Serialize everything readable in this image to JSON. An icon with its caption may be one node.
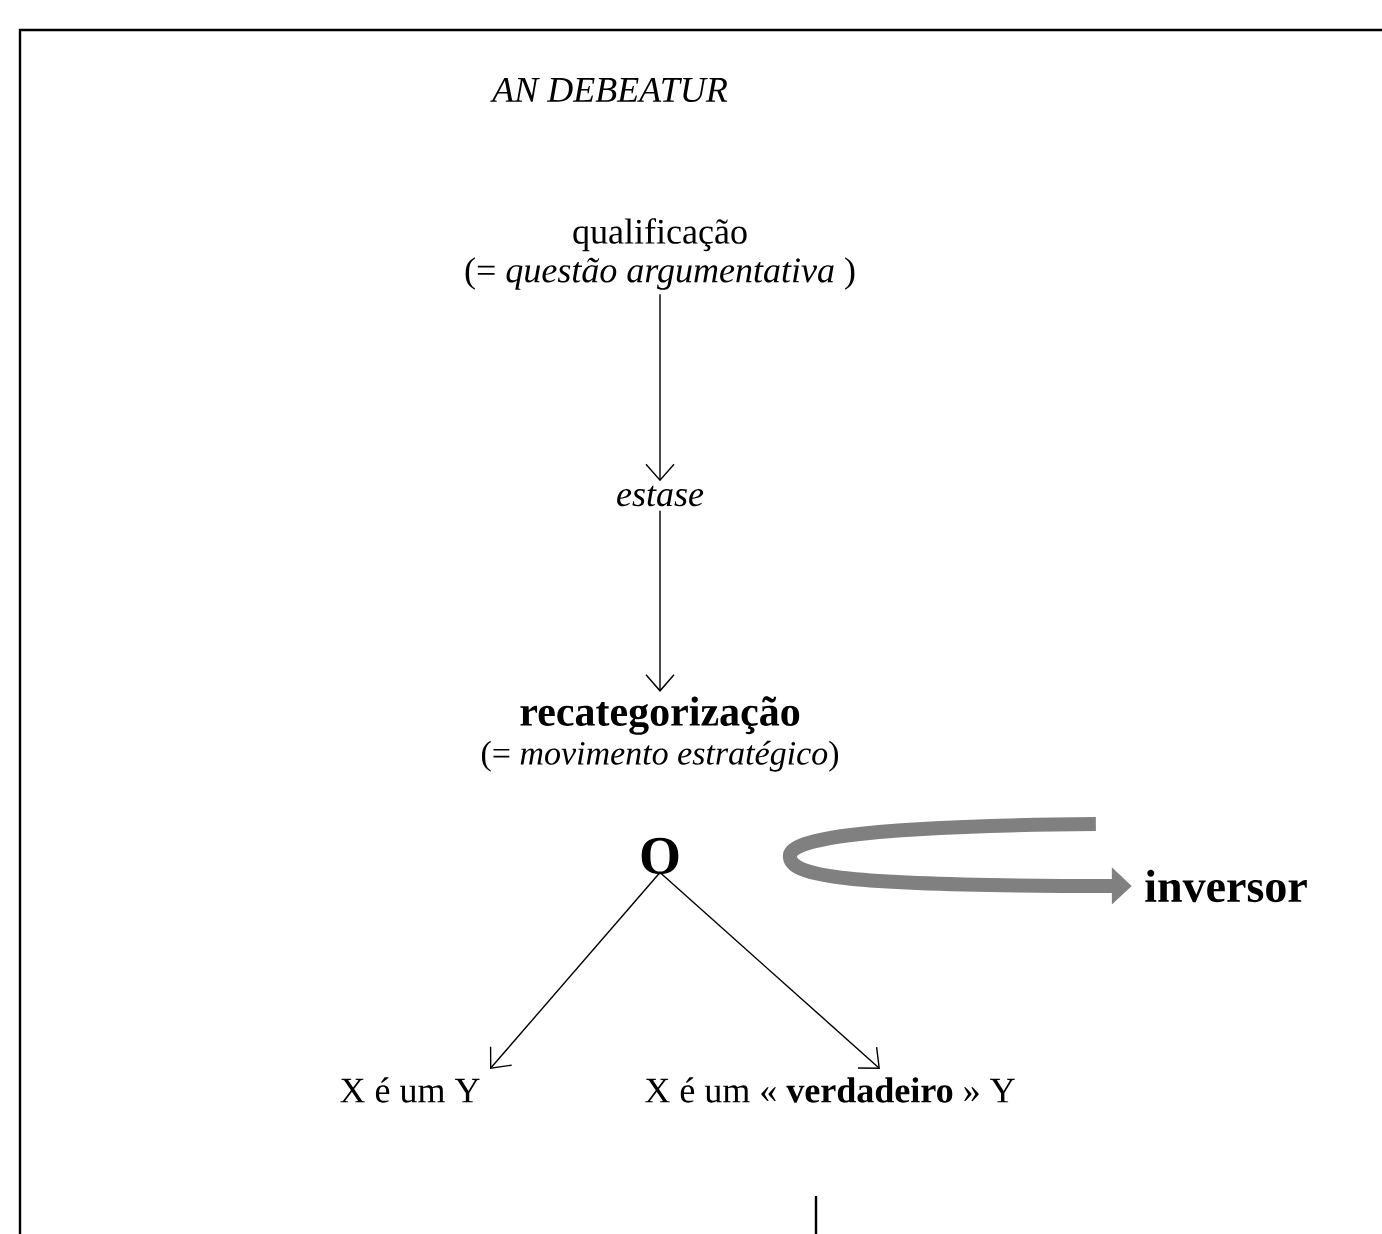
{
  "diagram": {
    "title": "AN DEBEATUR",
    "nodes": [
      {
        "text": [
          "qualificação",
          "(= *questão argumentativa* )"
        ]
      },
      {
        "text": [
          "estase"
        ]
      },
      {
        "text": [
          "recategorização",
          "(= *movimento estratégico*)"
        ]
      },
      {
        "text": [
          "O"
        ]
      },
      {
        "text": [
          "inversor"
        ]
      },
      {
        "text": [
          "X é um Y"
        ]
      },
      {
        "text": [
          "X é um « **verdadeiro** » Y"
        ]
      }
    ],
    "edges": [
      {
        "from": 0,
        "to": 1,
        "arrow": "to"
      },
      {
        "from": 1,
        "to": 2,
        "arrow": "to"
      },
      {
        "from": null,
        "to": 4,
        "arrow": "to",
        "style": "thick",
        "color": "#808080"
      },
      {
        "from": 3,
        "to": 5,
        "arrow": "to"
      },
      {
        "from": 3,
        "to": 6,
        "arrow": "to"
      }
    ]
  }
}
